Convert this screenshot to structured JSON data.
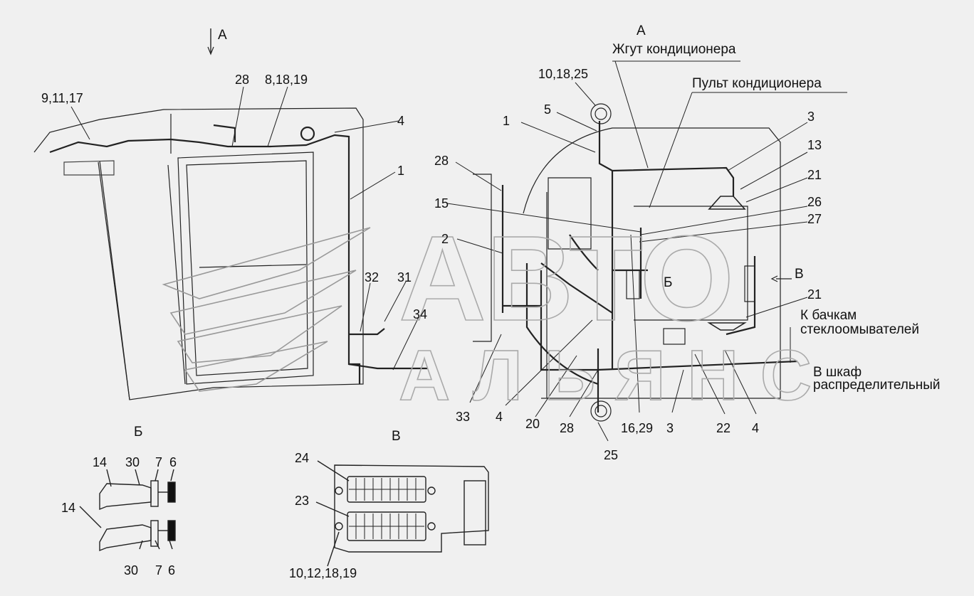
{
  "view_labels": {
    "view_a_arrow": "А",
    "view_a_title": "А",
    "view_b_title": "Б",
    "view_v_title": "В",
    "view_b_marker": "Б",
    "view_v_marker": "В"
  },
  "notes": {
    "ac_harness": "Жгут кондиционера",
    "ac_panel": "Пульт кондиционера",
    "washer_tanks_1": "К бачкам",
    "washer_tanks_2": "стеклоомывателей",
    "cabinet_1": "В шкаф",
    "cabinet_2": "распределительный"
  },
  "watermark": {
    "line1": "АВТО",
    "line2": "АЛЬЯНС"
  },
  "callouts": {
    "c_9_11_17": "9,11,17",
    "c_28_top": "28",
    "c_8_18_19": "8,18,19",
    "c_4_top": "4",
    "c_1_left": "1",
    "c_32": "32",
    "c_31": "31",
    "c_34": "34",
    "c_10_18_25": "10,18,25",
    "c_5": "5",
    "c_1_right": "1",
    "c_3_top": "3",
    "c_13": "13",
    "c_21_top": "21",
    "c_26": "26",
    "c_27": "27",
    "c_28_mid": "28",
    "c_15": "15",
    "c_2": "2",
    "c_21_mid": "21",
    "c_33": "33",
    "c_4_bottom_left": "4",
    "c_20": "20",
    "c_28_bottom": "28",
    "c_25": "25",
    "c_16_29": "16,29",
    "c_3_bottom": "3",
    "c_22": "22",
    "c_4_bottom_right": "4",
    "c_14_a": "14",
    "c_30_a": "30",
    "c_7_a": "7",
    "c_6_a": "6",
    "c_14_b": "14",
    "c_30_b": "30",
    "c_7_b": "7",
    "c_6_b": "6",
    "c_24": "24",
    "c_23": "23",
    "c_10_12_18_19": "10,12,18,19"
  }
}
